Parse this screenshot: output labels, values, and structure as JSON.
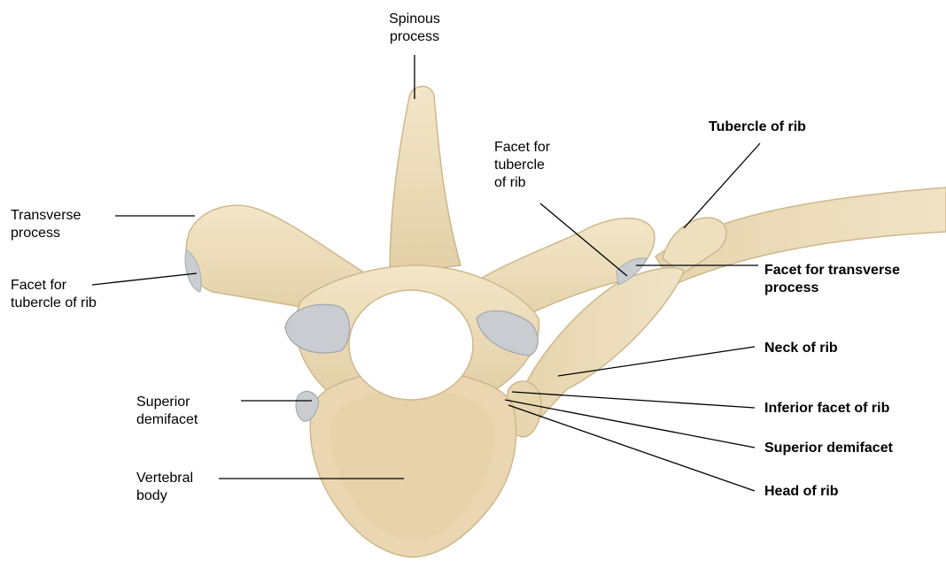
{
  "labels": {
    "spinous_process": "Spinous\nprocess",
    "transverse_process": "Transverse\nprocess",
    "facet_tubercle_left": "Facet for\ntubercle of rib",
    "superior_demifacet_left": "Superior\ndemifacet",
    "vertebral_body": "Vertebral\nbody",
    "facet_tubercle_center": "Facet for\ntubercle\nof rib",
    "tubercle_of_rib": "Tubercle of rib",
    "facet_transverse_process": "Facet for transverse\nprocess",
    "neck_of_rib": "Neck of rib",
    "inferior_facet_of_rib": "Inferior facet of rib",
    "superior_demifacet_right": "Superior demifacet",
    "head_of_rib": "Head of rib"
  },
  "colors": {
    "bone": "#ecdcb8",
    "bone_shade": "#d8c295",
    "bone_highlight": "#f6ecd3",
    "cartilage": "#c9cdd2",
    "leader_line": "#000000"
  }
}
